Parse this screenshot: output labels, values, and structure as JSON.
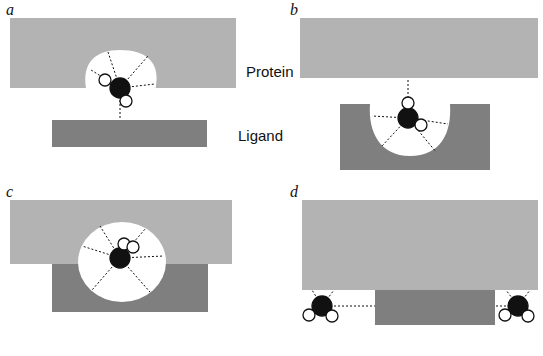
{
  "diagram": {
    "labels": [
      "a",
      "Protein",
      "Ligand",
      "b",
      "c",
      "d"
    ]
  }
}
